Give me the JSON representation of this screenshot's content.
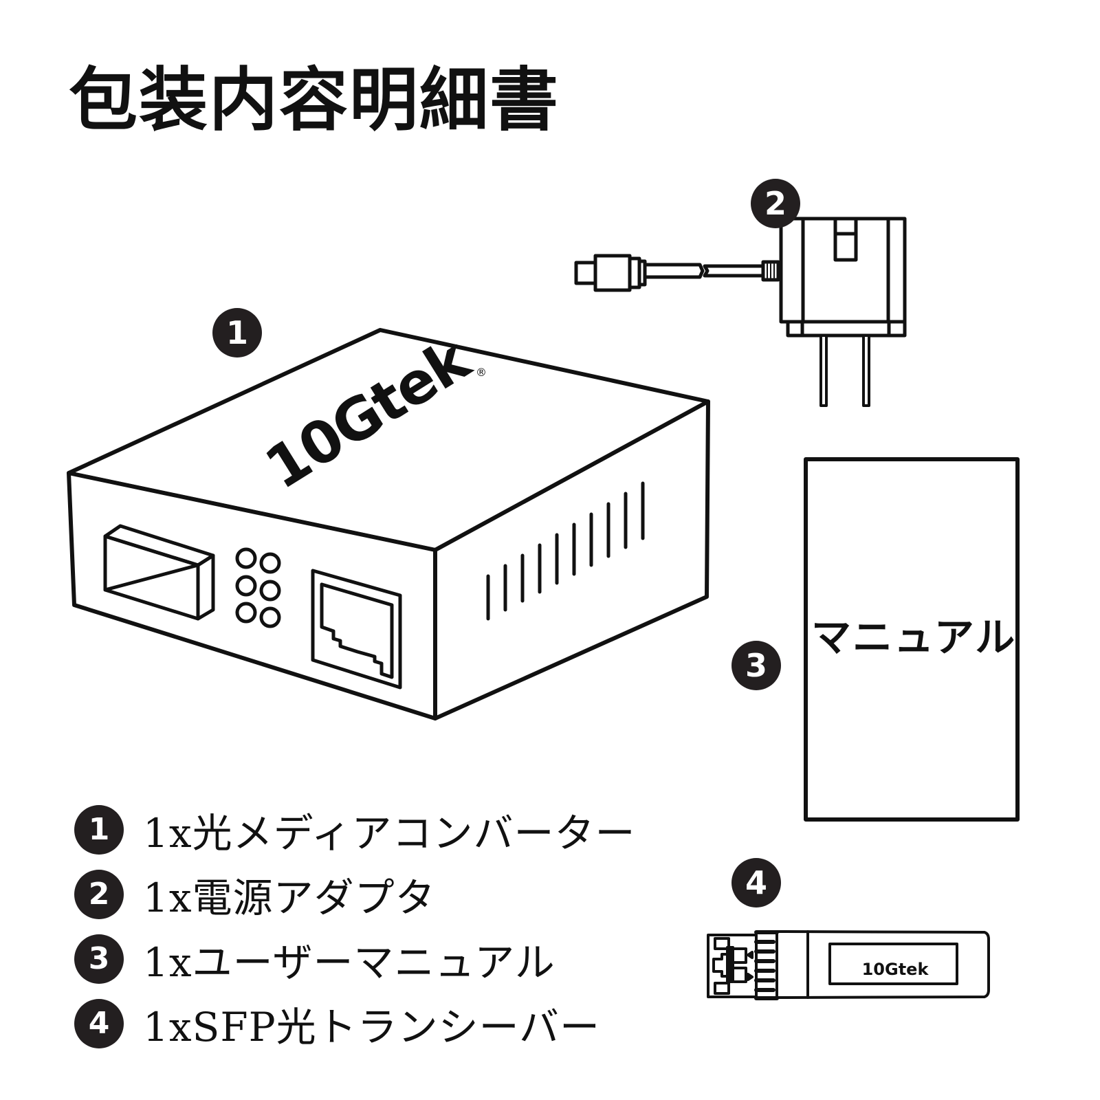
{
  "page": {
    "title": "包装内容明細書"
  },
  "badges": {
    "item1": "1",
    "item2": "2",
    "item3": "3",
    "item4": "4"
  },
  "illustrations": {
    "media_converter": {
      "brand": "10Gtek",
      "registered_mark": "®",
      "led_count": 6,
      "vent_slots": 10
    },
    "power_adapter": {},
    "manual": {
      "label": "マニュアル"
    },
    "sfp_transceiver": {
      "brand": "10Gtek"
    }
  },
  "contents_list": [
    {
      "number": "1",
      "text": "1x光メディアコンバーター"
    },
    {
      "number": "2",
      "text": "1x電源アダプタ"
    },
    {
      "number": "3",
      "text": "1xユーザーマニュアル"
    },
    {
      "number": "4",
      "text": "1xSFP光トランシーバー"
    }
  ],
  "colors": {
    "ink": "#111111",
    "badge": "#231f20",
    "background": "#ffffff"
  }
}
